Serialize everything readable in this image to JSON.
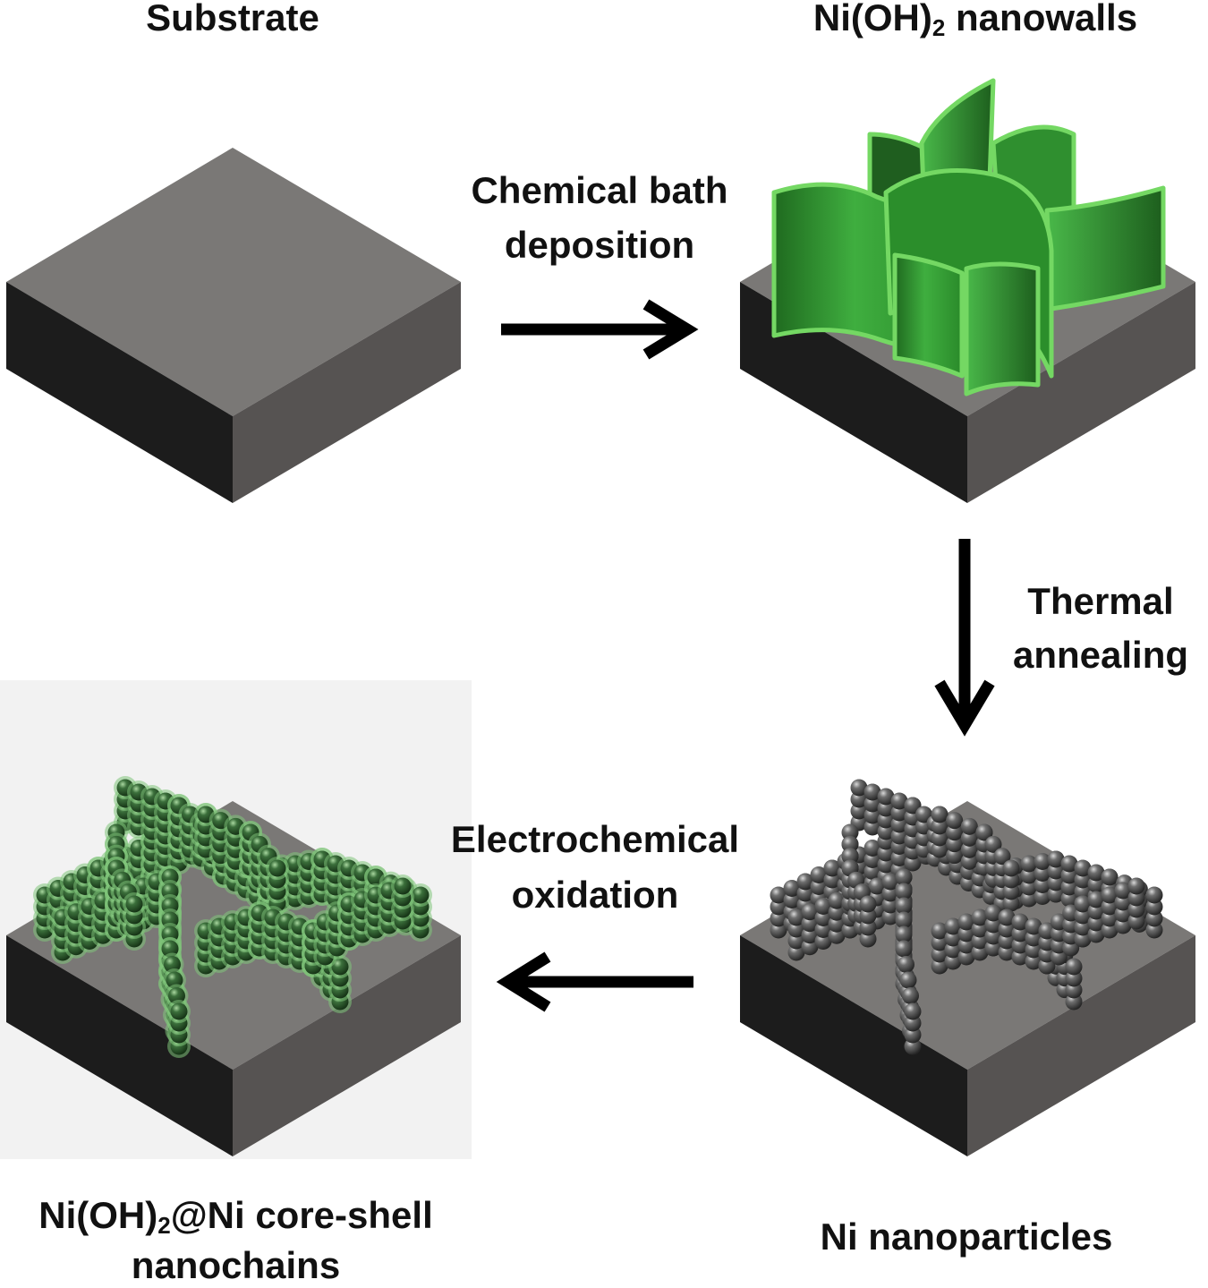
{
  "labels": {
    "substrate": "Substrate",
    "nanowalls_pre": "Ni(OH)",
    "nanowalls_sub": "2",
    "nanowalls_post": " nanowalls",
    "step1_line1": "Chemical bath",
    "step1_line2": "deposition",
    "step2_line1": "Thermal",
    "step2_line2": "annealing",
    "step3_line1": "Electrochemical",
    "step3_line2": "oxidation",
    "nanoparticles": "Ni nanoparticles",
    "core_shell_pre": "Ni(OH)",
    "core_shell_sub": "2",
    "core_shell_post": "@Ni core-shell",
    "core_shell_line2": "nanochains"
  },
  "colors": {
    "substrate_top": "#7a7876",
    "substrate_left": "#1c1c1c",
    "substrate_right": "#565352",
    "nanowall_green": "#3aa83a",
    "nanowall_highlight": "#74d863",
    "nanowall_dark": "#1f5e1f",
    "ni_particle": "#4a4a4a",
    "shell_green": "#7fc47a",
    "core_dark_green": "#2e5a2e",
    "arrow": "#000000"
  }
}
